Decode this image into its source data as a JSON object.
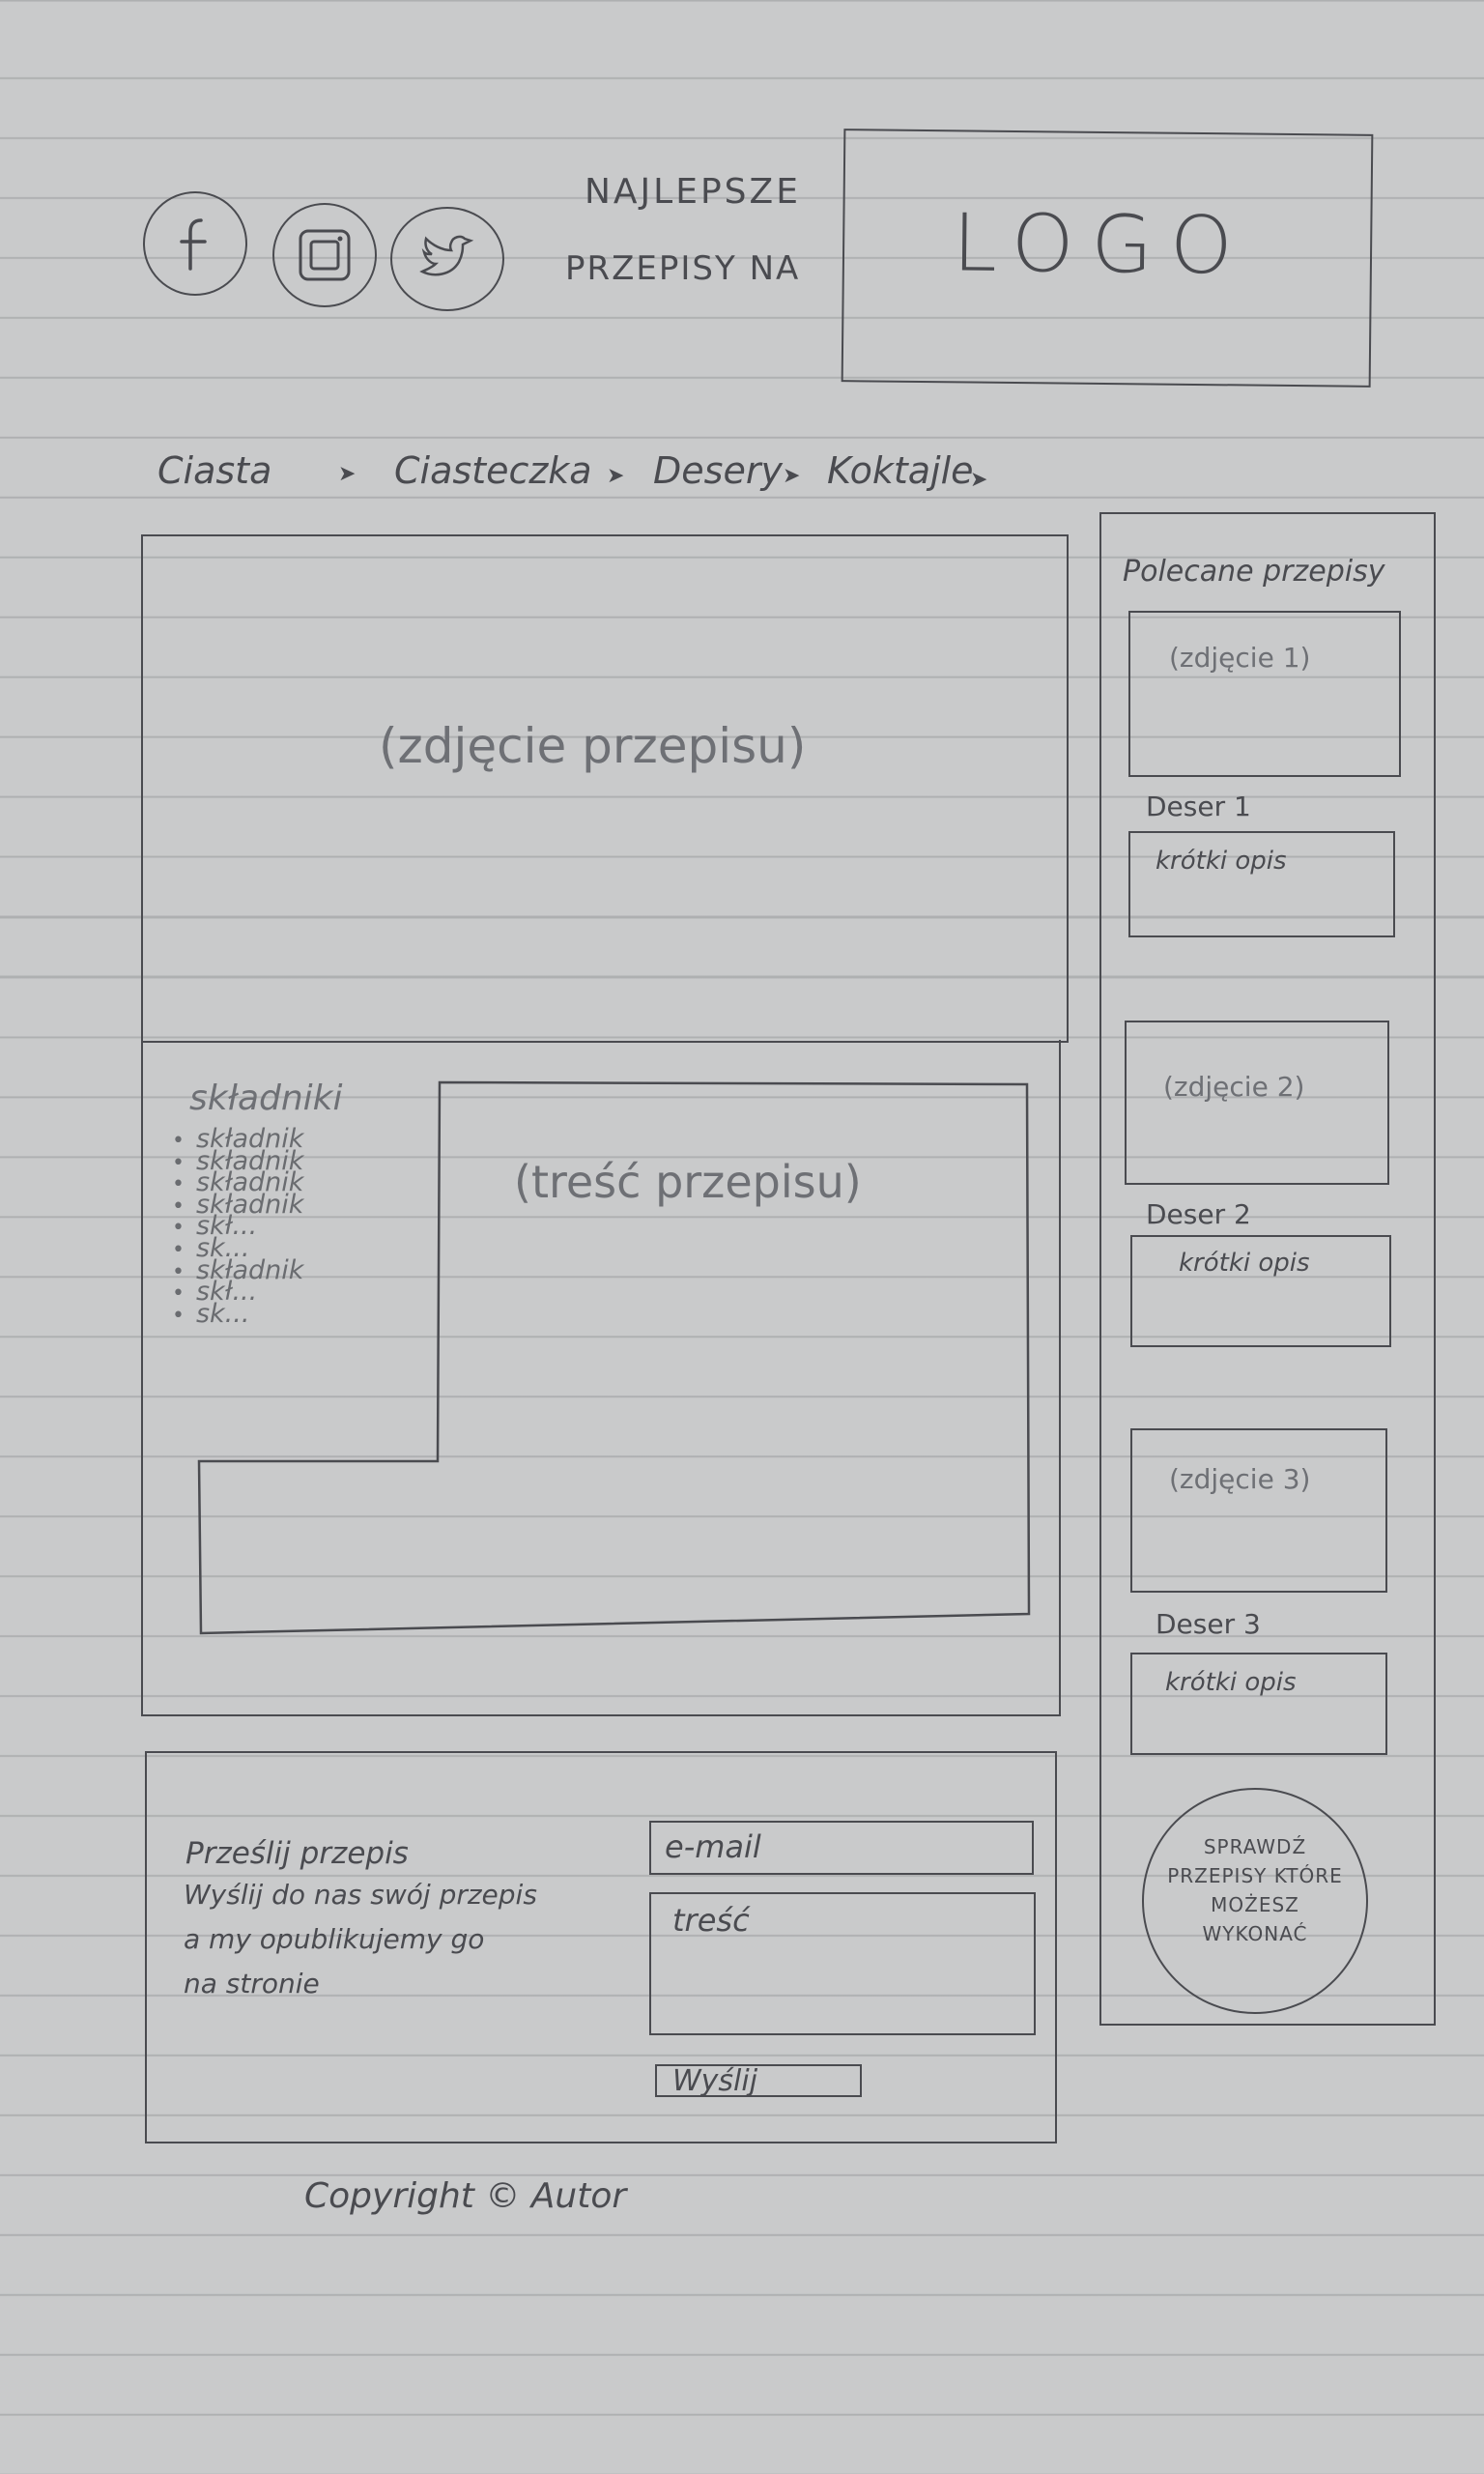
{
  "header": {
    "social_icons": [
      "facebook-icon",
      "instagram-icon",
      "twitter-icon"
    ],
    "tagline_line1": "NAJLEPSZE",
    "tagline_line2": "PRZEPISY NA",
    "logo_text": "LOGO"
  },
  "nav": {
    "items": [
      {
        "label": "Ciasta"
      },
      {
        "label": "Ciasteczka"
      },
      {
        "label": "Desery"
      },
      {
        "label": "Koktajle"
      }
    ]
  },
  "main": {
    "recipe_image_label": "(zdjęcie przepisu)",
    "ingredients_title": "składniki",
    "ingredients": [
      "składnik",
      "składnik",
      "składnik",
      "składnik",
      "skł...",
      "sk...",
      "składnik",
      "skł...",
      "sk..."
    ],
    "recipe_content_label": "(treść przepisu)"
  },
  "submit_form": {
    "title": "Prześlij przepis",
    "description_line1": "Wyślij do nas swój przepis",
    "description_line2": "a my opublikujemy go",
    "description_line3": "na stronie",
    "email_placeholder": "e-mail",
    "content_placeholder": "treść",
    "submit_label": "Wyślij"
  },
  "sidebar": {
    "title": "Polecane przepisy",
    "items": [
      {
        "image_label": "(zdjęcie 1)",
        "name": "Deser 1",
        "description": "krótki opis"
      },
      {
        "image_label": "(zdjęcie 2)",
        "name": "Deser 2",
        "description": "krótki opis"
      },
      {
        "image_label": "(zdjęcie 3)",
        "name": "Deser 3",
        "description": "krótki opis"
      }
    ],
    "cta_line1": "SPRAWDŹ",
    "cta_line2": "PRZEPISY KTÓRE",
    "cta_line3": "MOŻESZ",
    "cta_line4": "WYKONAĆ"
  },
  "footer": {
    "copyright": "Copyright © Autor"
  }
}
